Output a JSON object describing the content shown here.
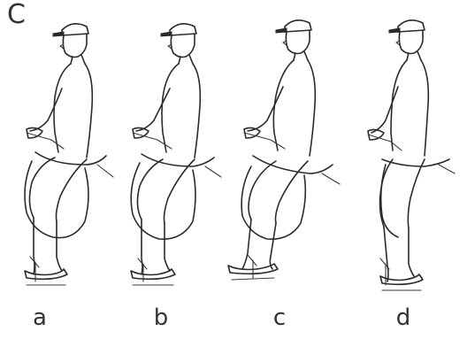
{
  "figure": {
    "panel_label": "C",
    "riders": [
      {
        "caption": "a"
      },
      {
        "caption": "b"
      },
      {
        "caption": "c"
      },
      {
        "caption": "d"
      }
    ]
  }
}
